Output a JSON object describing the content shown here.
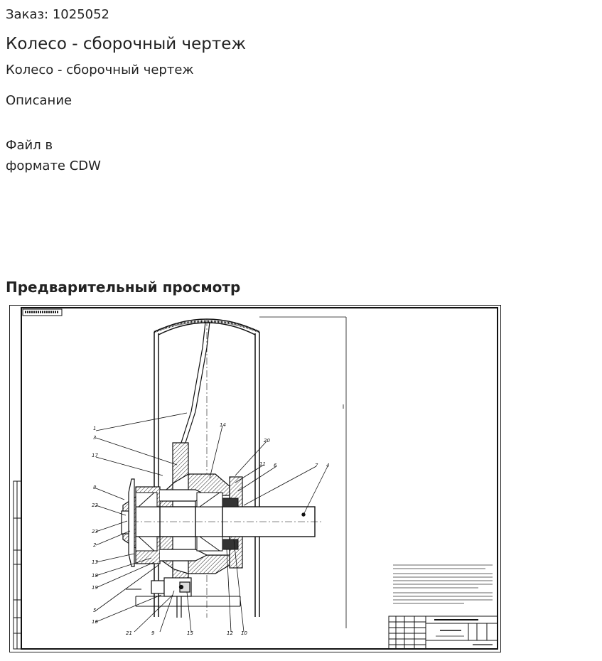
{
  "order": {
    "label": "Заказ:",
    "number": "1025052"
  },
  "title": "Колесо - сборочный чертеж",
  "subtitle": "Колесо - сборочный чертеж",
  "description_heading": "Описание",
  "file_format": {
    "line1": "Файл в",
    "line2": "формате CDW"
  },
  "preview_heading": "Предварительный просмотр"
}
